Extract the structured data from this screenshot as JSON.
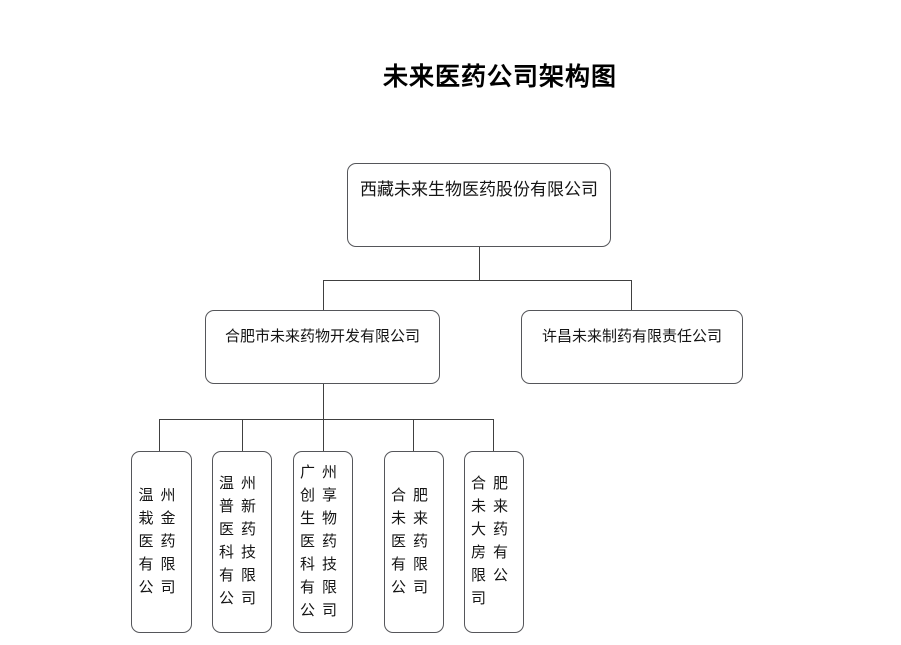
{
  "title": "未来医药公司架构图",
  "org": {
    "root": "西藏未来生物医药股份有限公司",
    "subsidiaries": [
      {
        "name": "合肥市未来药物开发有限公司",
        "children": [
          "温州栽金医药有限公司",
          "温州普新医药科技有限公司",
          "广州创享生物医药科技有限公司",
          "合肥未来医药有限公司",
          "合肥未来大药房有限公司"
        ]
      },
      {
        "name": "许昌未来制药有限责任公司",
        "children": []
      }
    ]
  },
  "colors": {
    "background": "#ffffff",
    "node_border": "#55565a",
    "connector_line": "#404040",
    "text": "#141414"
  }
}
